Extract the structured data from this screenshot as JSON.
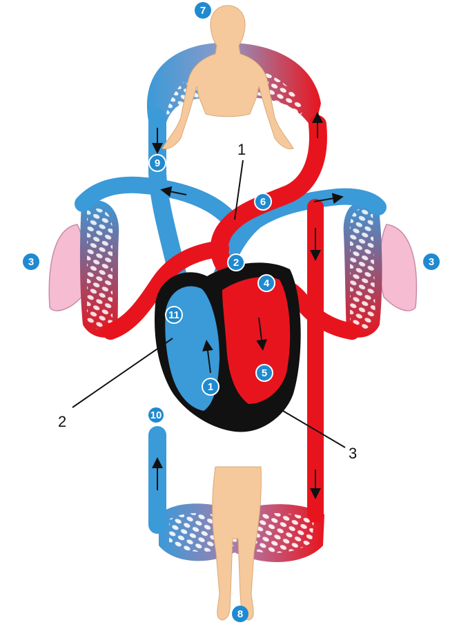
{
  "colors": {
    "arterial": "#e8141d",
    "venous": "#3b9ad8",
    "heart_outline": "#111111",
    "skin": "#f5c99b",
    "lung": "#f6bcd2",
    "badge": "#1f8ad0"
  },
  "badges": [
    "7",
    "3",
    "3",
    "6",
    "2",
    "4",
    "11",
    "5",
    "1",
    "10",
    "9",
    "8"
  ],
  "callouts": [
    "1",
    "2",
    "3"
  ]
}
